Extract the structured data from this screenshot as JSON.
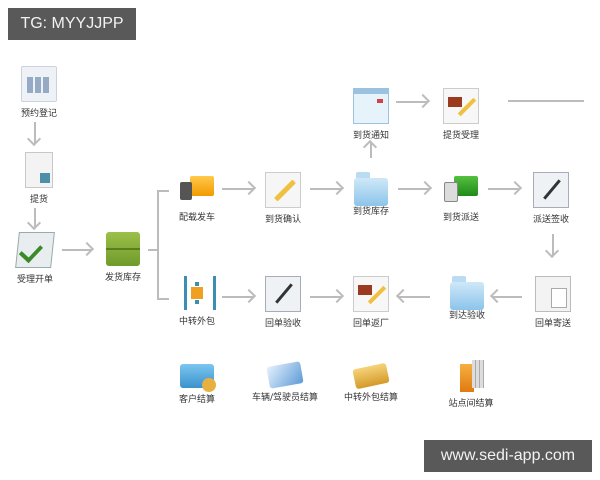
{
  "watermarks": {
    "top_left": "TG: MYYJJPP",
    "bottom_right": "www.sedi-app.com"
  },
  "colors": {
    "badge_bg": "#595959",
    "badge_text": "#f2f2f2",
    "connector": "#bcbcbc",
    "background": "#ffffff"
  },
  "nodes": {
    "booking_register": {
      "label": "预约登记",
      "icon": "form-grid-icon"
    },
    "pickup": {
      "label": "提货",
      "icon": "document-icon"
    },
    "accept_order": {
      "label": "受理开单",
      "icon": "checkmark-board-icon"
    },
    "shipping_stock": {
      "label": "发货库存",
      "icon": "pallet-icon"
    },
    "loading_dispatch": {
      "label": "配载发车",
      "icon": "orange-truck-icon"
    },
    "arrival_confirm": {
      "label": "到货确认",
      "icon": "pencil-icon"
    },
    "arrival_stock": {
      "label": "到货库存",
      "icon": "folder-icon"
    },
    "arrival_notice": {
      "label": "到货通知",
      "icon": "window-icon"
    },
    "pickup_accept": {
      "label": "提货受理",
      "icon": "photo-pencil-icon"
    },
    "arrival_delivery": {
      "label": "到货派送",
      "icon": "green-truck-icon"
    },
    "delivery_signoff": {
      "label": "派送签收",
      "icon": "signature-icon"
    },
    "receipt_mailing": {
      "label": "回单寄送",
      "icon": "file-documents-icon"
    },
    "arrival_acceptance": {
      "label": "到达验收",
      "icon": "folder-icon"
    },
    "receipt_return": {
      "label": "回单返厂",
      "icon": "photo-pencil-icon"
    },
    "receipt_check": {
      "label": "回单验收",
      "icon": "signature-icon"
    },
    "transfer_outsource": {
      "label": "中转外包",
      "icon": "frame-icon"
    }
  },
  "settlements": [
    {
      "label": "客户结算",
      "icon": "card-coins-icon"
    },
    {
      "label": "车辆/驾驶员结算",
      "icon": "blue-card-icon"
    },
    {
      "label": "中转外包结算",
      "icon": "gold-card-icon"
    },
    {
      "label": "站点间结算",
      "icon": "books-icon"
    }
  ]
}
